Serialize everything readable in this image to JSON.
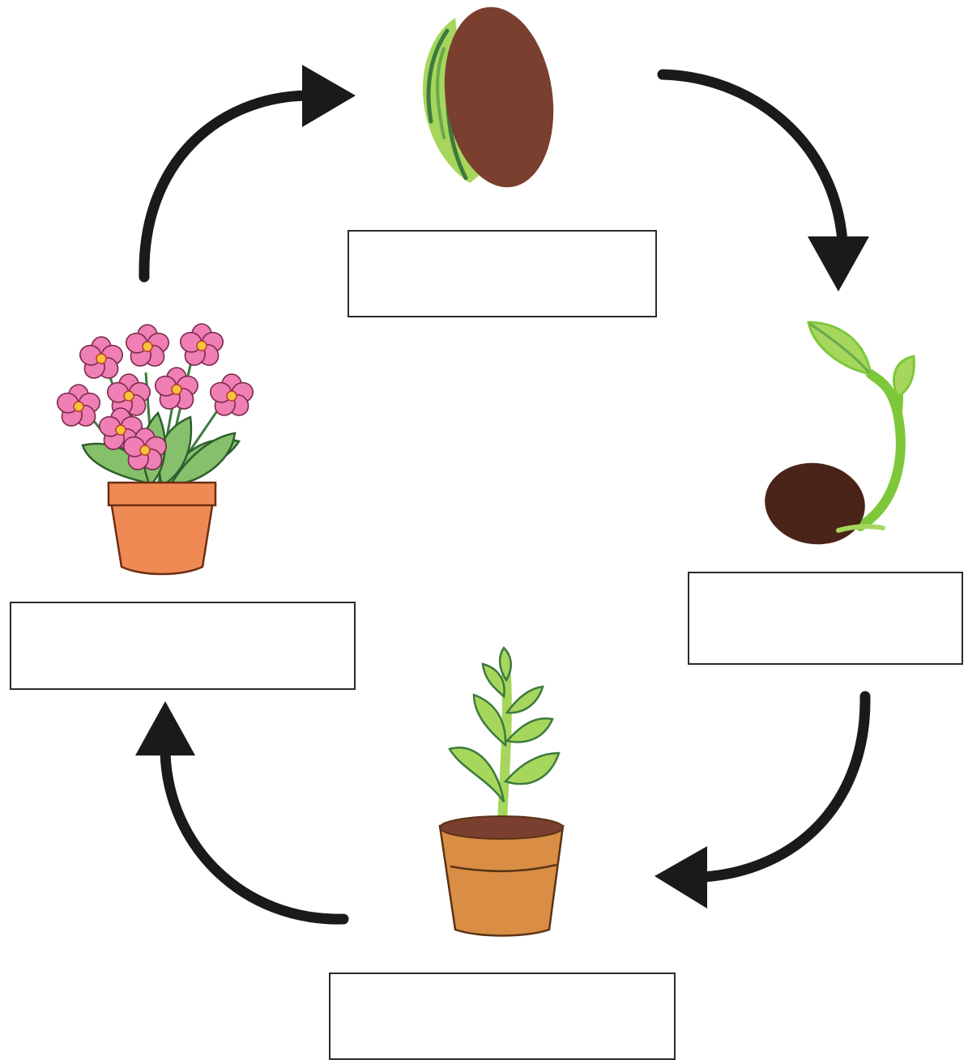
{
  "diagram": {
    "type": "plant-life-cycle",
    "colors": {
      "arrow": "#1a1a1a",
      "seed_brown": "#7a3f2e",
      "dark_seed": "#4a2419",
      "leaf_light": "#a6d65c",
      "leaf_mid": "#86c06a",
      "leaf_dark": "#3e7a3e",
      "pot_orange": "#f08a55",
      "pot_brown": "#d98d45",
      "petal_pink": "#ef7fb4",
      "flower_center": "#f5c43a"
    },
    "stages": [
      {
        "id": "seed",
        "icon": "germinating-seed-icon",
        "label": ""
      },
      {
        "id": "sprout",
        "icon": "sprout-icon",
        "label": ""
      },
      {
        "id": "young-plant",
        "icon": "potted-seedling-icon",
        "label": ""
      },
      {
        "id": "flowering-plant",
        "icon": "flowering-pot-icon",
        "label": ""
      }
    ]
  }
}
